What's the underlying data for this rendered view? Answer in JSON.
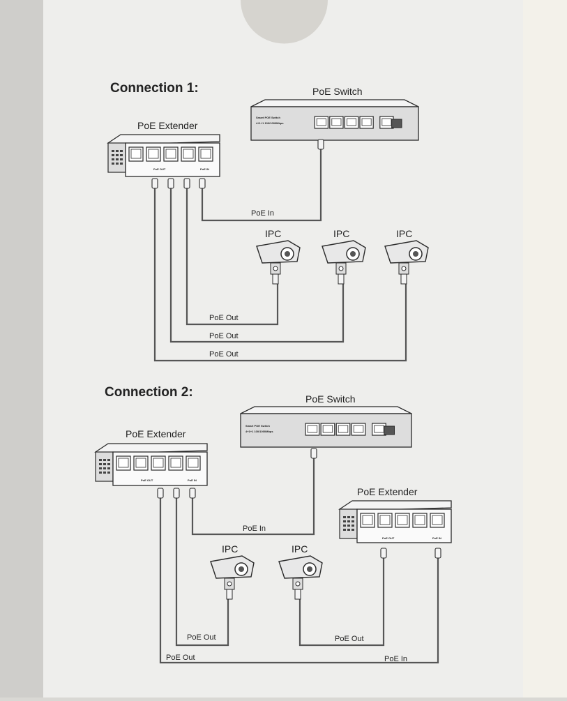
{
  "connection1": {
    "title": "Connection 1:",
    "switch_label": "PoE Switch",
    "switch_model": "Smart POE Switch",
    "switch_spec": "4+1+1 100/1000Mbps",
    "extender_label": "PoE Extender",
    "extender_port_out": "PoE OUT",
    "extender_port_in": "PoE IN",
    "poe_in": "PoE In",
    "ipc": [
      "IPC",
      "IPC",
      "IPC"
    ],
    "poe_out": [
      "PoE Out",
      "PoE Out",
      "PoE Out"
    ]
  },
  "connection2": {
    "title": "Connection 2:",
    "switch_label": "PoE Switch",
    "switch_model": "Smart POE Switch",
    "switch_spec": "4+1+1 100/1000Mbps",
    "extender_label": "PoE Extender",
    "extender2_label": "PoE Extender",
    "extender_port_out": "PoE OUT",
    "extender_port_in": "PoE IN",
    "poe_in": "PoE In",
    "poe_in_2": "PoE In",
    "ipc": [
      "IPC",
      "IPC"
    ],
    "poe_out": [
      "PoE Out",
      "PoE Out",
      "PoE Out"
    ]
  },
  "colors": {
    "paper": "#eeeeec",
    "ink": "#2a2a2a",
    "cable": "#555555"
  }
}
